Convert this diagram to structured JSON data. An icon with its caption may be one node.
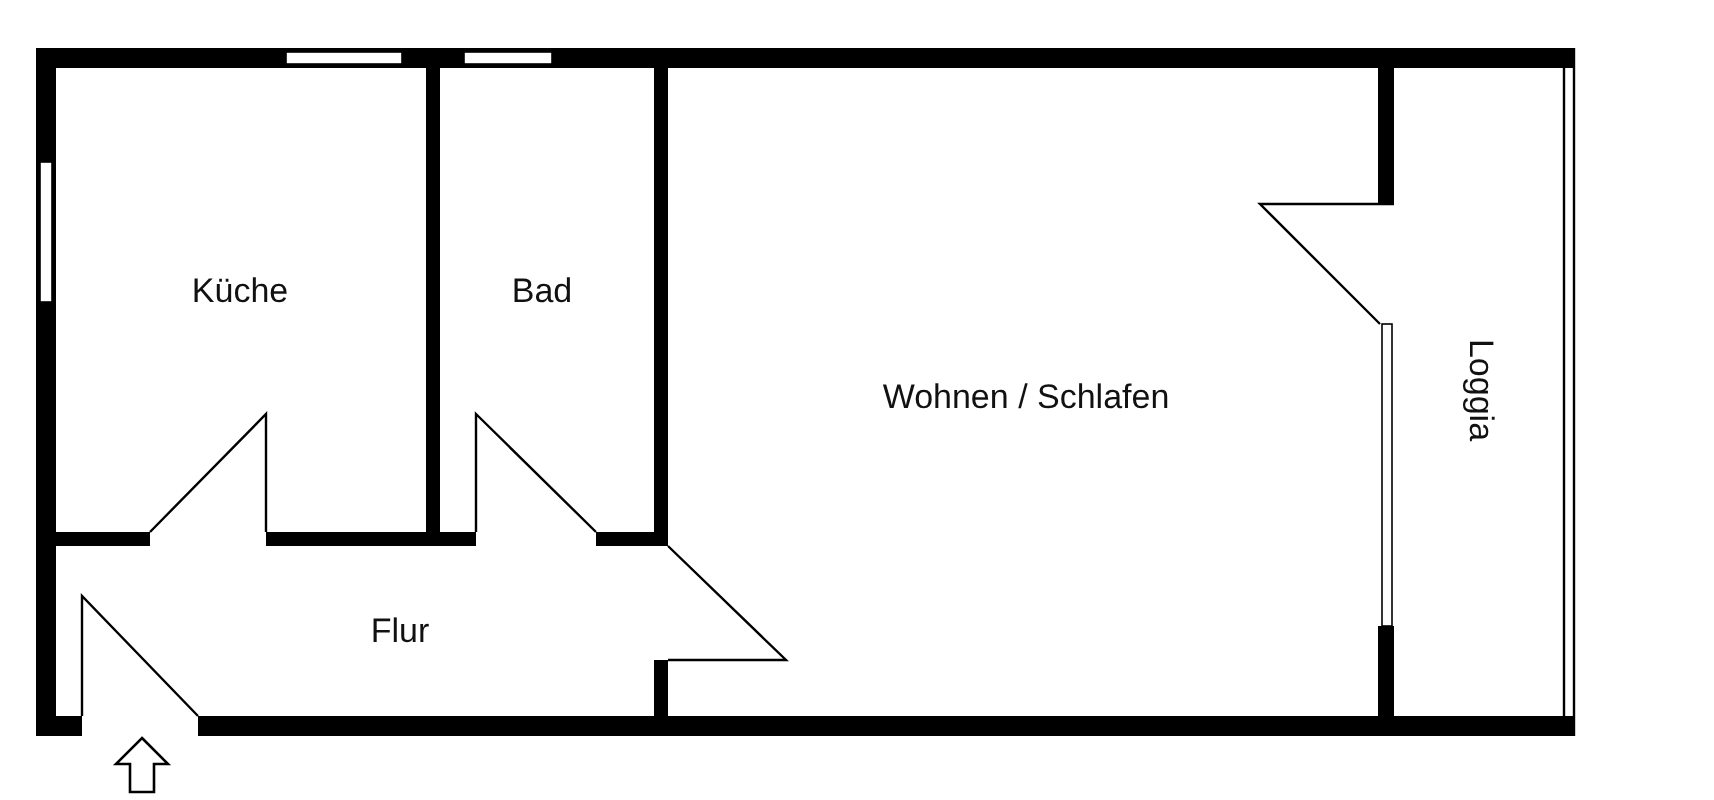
{
  "diagram": {
    "labels": [
      "Küche",
      "Bad",
      "Wohnen / Schlafen",
      "Flur",
      "Loggia"
    ]
  }
}
